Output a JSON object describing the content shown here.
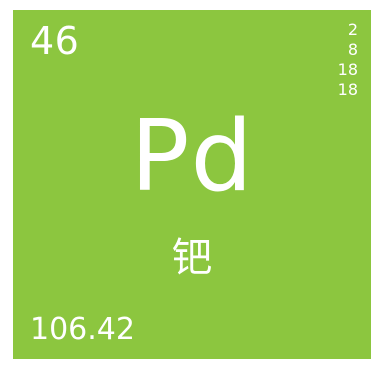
{
  "element": {
    "atomic_number": "46",
    "symbol": "Pd",
    "name": "钯",
    "atomic_mass": "106.42",
    "electron_shells": [
      "2",
      "8",
      "18",
      "18"
    ]
  },
  "colors": {
    "tile_background": "#8cc63f",
    "text": "#ffffff"
  }
}
